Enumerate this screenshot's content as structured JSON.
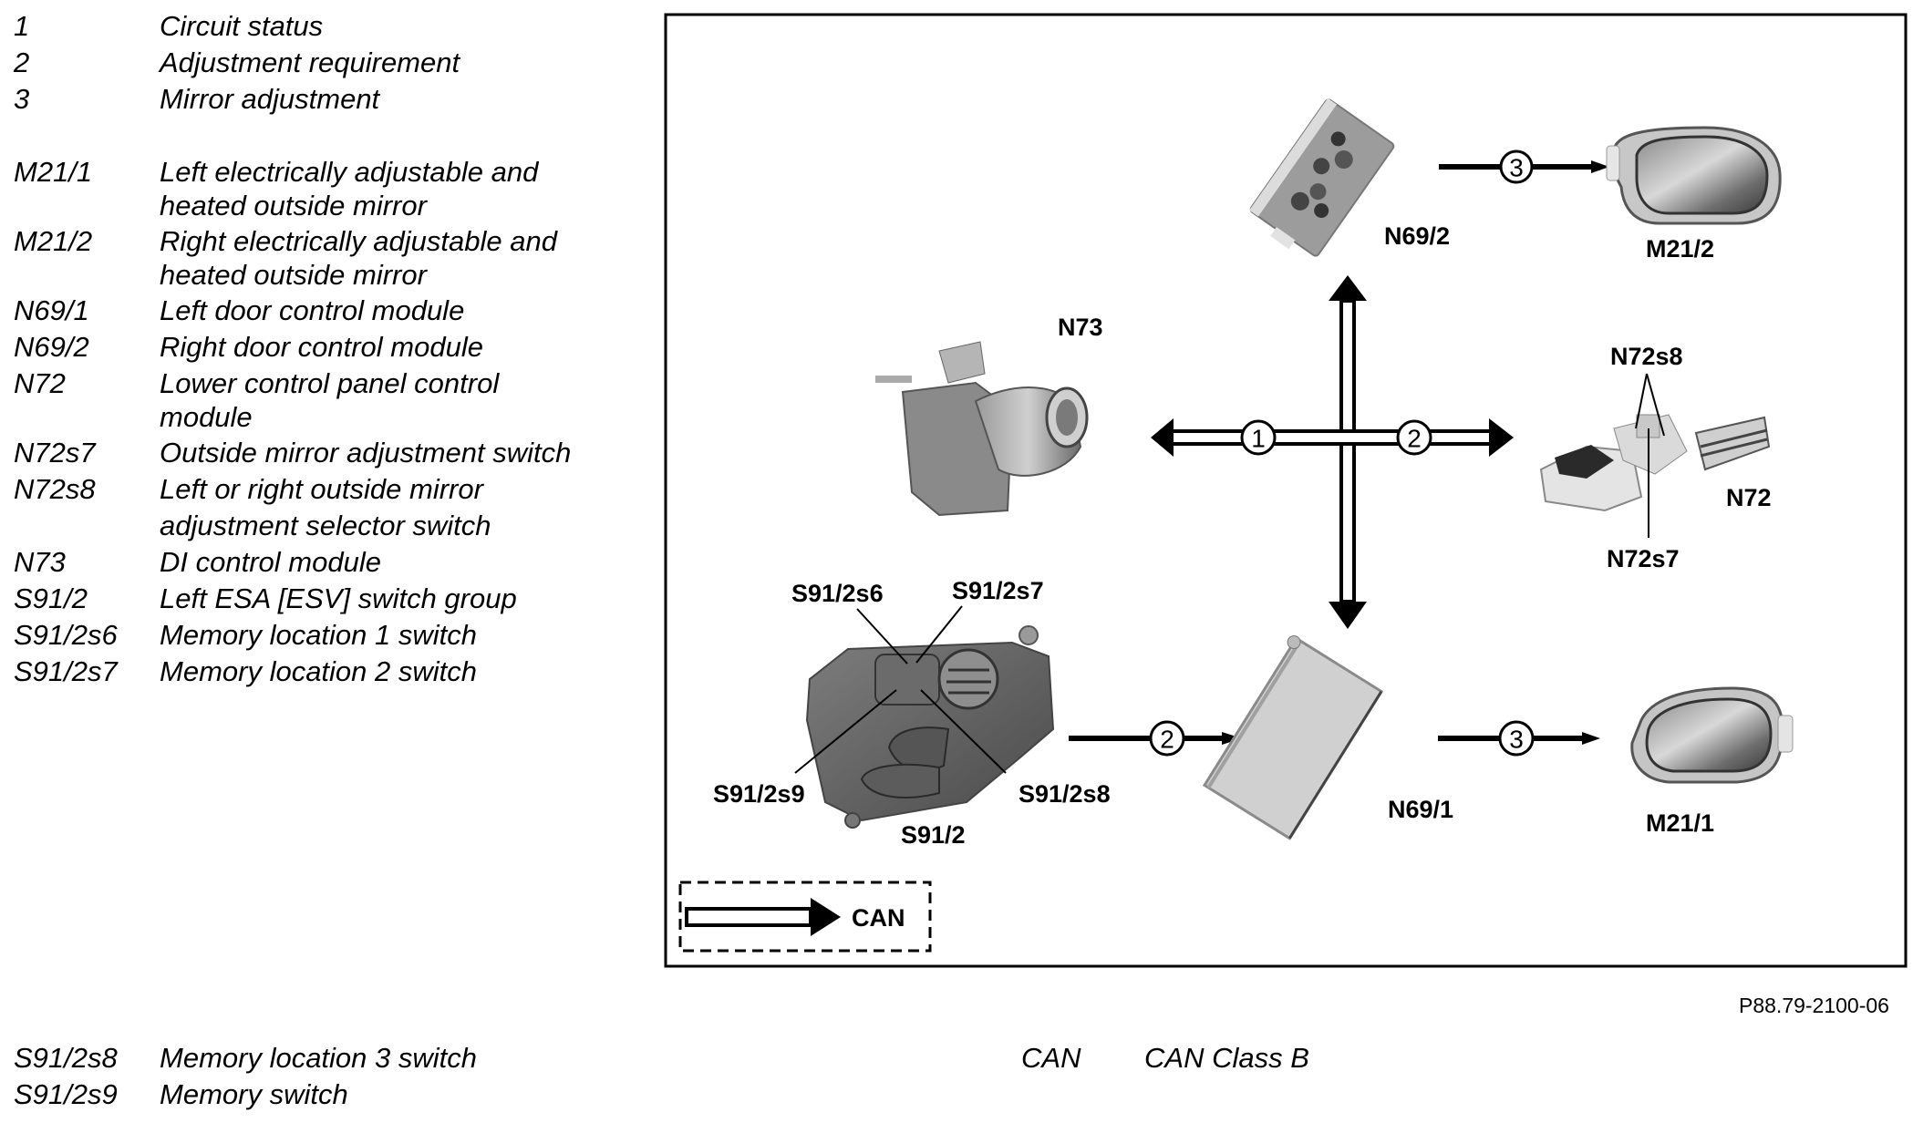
{
  "legend_top": [
    {
      "code": "1",
      "desc": [
        "Circuit status"
      ]
    },
    {
      "code": "2",
      "desc": [
        "Adjustment requirement"
      ]
    },
    {
      "code": "3",
      "desc": [
        "Mirror adjustment"
      ]
    },
    {
      "code": "M21/1",
      "desc": [
        "Left electrically adjustable and",
        "heated outside mirror"
      ]
    },
    {
      "code": "M21/2",
      "desc": [
        "Right electrically adjustable and",
        "heated outside mirror"
      ]
    },
    {
      "code": "N69/1",
      "desc": [
        "Left door control module"
      ]
    },
    {
      "code": "N69/2",
      "desc": [
        "Right door control module"
      ]
    },
    {
      "code": "N72",
      "desc": [
        "Lower control panel control",
        "module"
      ]
    },
    {
      "code": "N72s7",
      "desc": [
        "Outside mirror adjustment switch"
      ]
    },
    {
      "code": "N72s8",
      "desc": [
        "Left or right outside mirror",
        "adjustment selector switch"
      ]
    },
    {
      "code": "N73",
      "desc": [
        "DI control module"
      ]
    },
    {
      "code": "S91/2",
      "desc": [
        "Left ESA [ESV] switch group"
      ]
    },
    {
      "code": "S91/2s6",
      "desc": [
        "Memory location 1 switch"
      ]
    },
    {
      "code": "S91/2s7",
      "desc": [
        "Memory location 2 switch"
      ]
    }
  ],
  "legend_bottom": [
    {
      "code": "S91/2s8",
      "desc": "Memory location 3 switch"
    },
    {
      "code": "S91/2s9",
      "desc": "Memory switch"
    }
  ],
  "abbreviation": {
    "code": "CAN",
    "desc": "CAN Class B"
  },
  "figure_id": "P88.79-2100-06",
  "diagram": {
    "components": {
      "n73": "N73",
      "n69_2": "N69/2",
      "m21_2": "M21/2",
      "n72": "N72",
      "n72s8": "N72s8",
      "n72s7": "N72s7",
      "s91_2": "S91/2",
      "s91_2s6": "S91/2s6",
      "s91_2s7": "S91/2s7",
      "s91_2s8": "S91/2s8",
      "s91_2s9": "S91/2s9",
      "n69_1": "N69/1",
      "m21_1": "M21/1"
    },
    "signals": {
      "can_left": "1",
      "can_right": "2",
      "upper_mirror": "3",
      "lower_request": "2",
      "lower_mirror": "3"
    },
    "key": {
      "label": "CAN"
    }
  }
}
